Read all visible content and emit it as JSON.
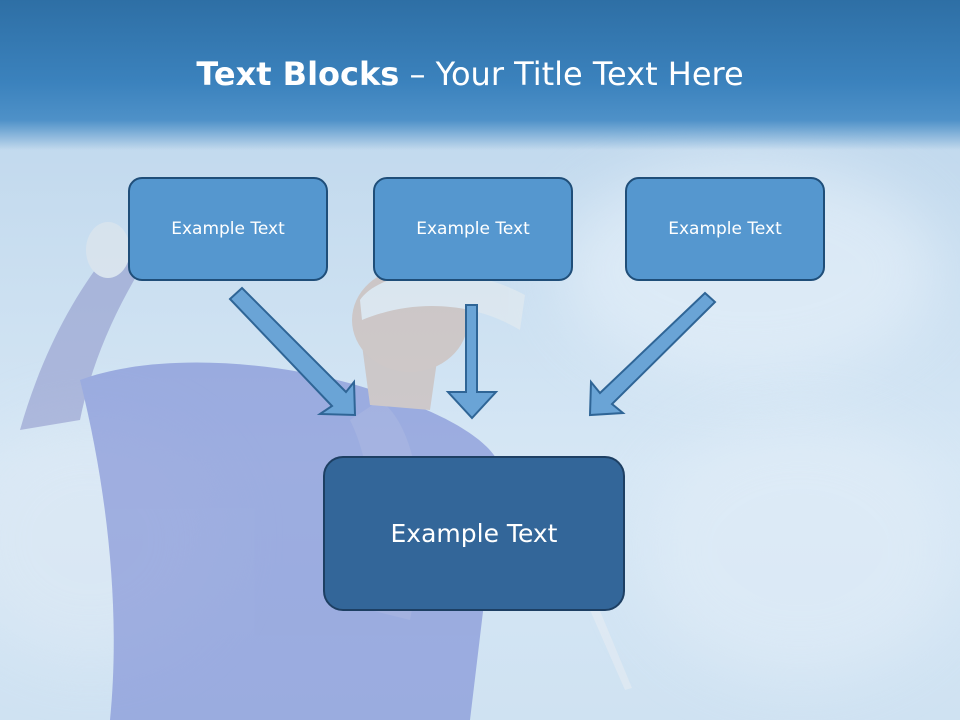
{
  "slide": {
    "title_bold": "Text Blocks",
    "title_dash": " – ",
    "title_rest": "Your Title Text Here"
  },
  "blocks": {
    "top": [
      {
        "label": "Example Text"
      },
      {
        "label": "Example Text"
      },
      {
        "label": "Example Text"
      }
    ],
    "bottom": {
      "label": "Example Text"
    }
  },
  "colors": {
    "header": "#3b82bd",
    "box_fill": "#5597cf",
    "box_border": "#1f4e79",
    "bottom_box_fill": "#336699",
    "arrow_fill": "#6aa4d6",
    "arrow_stroke": "#2f6596"
  }
}
